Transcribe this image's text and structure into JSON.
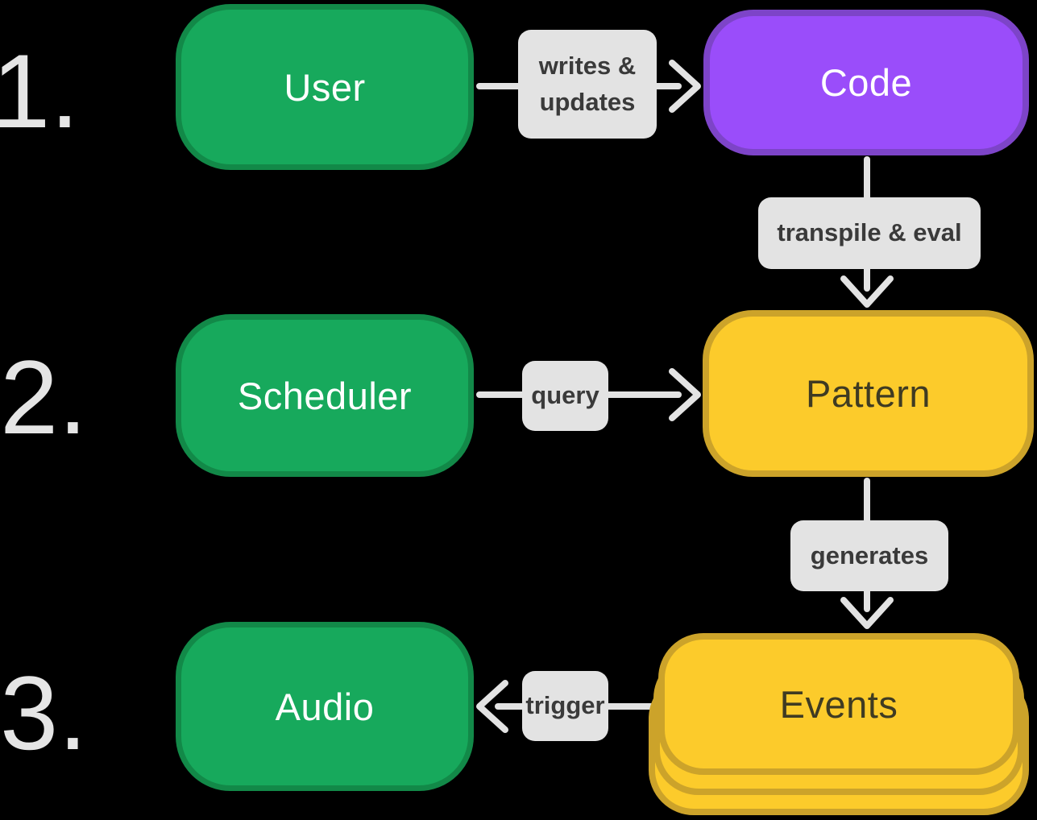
{
  "diagram": {
    "background": "#000000",
    "arrow_color": "#E3E3E3",
    "label_bg": "#E3E3E3",
    "label_text_color": "#3A3A3A",
    "step_number_color": "#E5E5E5"
  },
  "steps": [
    {
      "number": "1."
    },
    {
      "number": "2."
    },
    {
      "number": "3."
    }
  ],
  "nodes": {
    "user": {
      "label": "User",
      "fill": "#17A95C",
      "border": "#128948",
      "text_color": "#FFFFFF"
    },
    "code": {
      "label": "Code",
      "fill": "#9A4DFA",
      "border": "#7D44C8",
      "text_color": "#FFFFFF"
    },
    "scheduler": {
      "label": "Scheduler",
      "fill": "#17A95C",
      "border": "#128948",
      "text_color": "#FFFFFF"
    },
    "pattern": {
      "label": "Pattern",
      "fill": "#FCCB2B",
      "border": "#CCA32A",
      "text_color": "#3F3B22"
    },
    "audio": {
      "label": "Audio",
      "fill": "#17A95C",
      "border": "#128948",
      "text_color": "#FFFFFF"
    },
    "events": {
      "label": "Events",
      "fill": "#FCCB2B",
      "border": "#CCA32A",
      "text_color": "#3F3B22",
      "stacked_layers": 3
    }
  },
  "edges": {
    "writes_updates": {
      "line1": "writes &",
      "line2": "updates",
      "from": "user",
      "to": "code",
      "direction": "right"
    },
    "transpile_eval": {
      "label": "transpile & eval",
      "from": "code",
      "to": "pattern",
      "direction": "down"
    },
    "query": {
      "label": "query",
      "from": "scheduler",
      "to": "pattern",
      "direction": "right"
    },
    "generates": {
      "label": "generates",
      "from": "pattern",
      "to": "events",
      "direction": "down"
    },
    "trigger": {
      "label": "trigger",
      "from": "events",
      "to": "audio",
      "direction": "left"
    }
  }
}
